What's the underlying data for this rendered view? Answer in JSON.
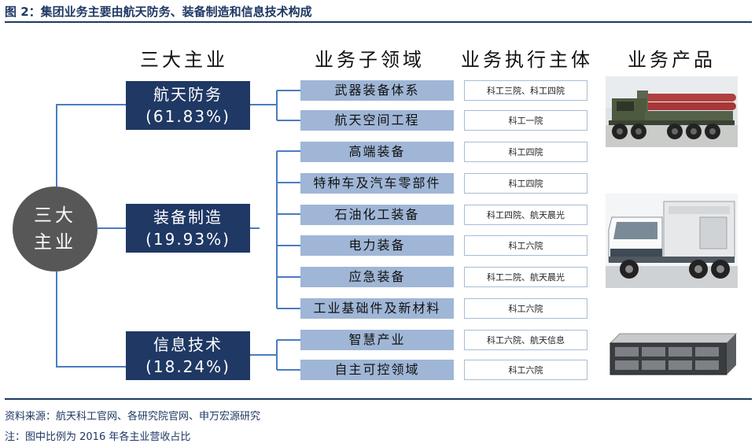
{
  "title": "图 2：集团业务主要由航天防务、装备制造和信息技术构成",
  "headers": {
    "main": "三大主业",
    "sub": "业务子领域",
    "exe": "业务执行主体",
    "products": "业务产品"
  },
  "center": {
    "line1": "三大",
    "line2": "主业"
  },
  "mains": [
    {
      "name": "航天防务",
      "pct": "(61.83%)"
    },
    {
      "name": "装备制造",
      "pct": "(19.93%)"
    },
    {
      "name": "信息技术",
      "pct": "(18.24%)"
    }
  ],
  "subs": [
    {
      "label": "武器装备体系",
      "exe": "科工三院、科工四院"
    },
    {
      "label": "航天空间工程",
      "exe": "科工一院"
    },
    {
      "label": "高端装备",
      "exe": "科工四院"
    },
    {
      "label": "特种车及汽车零部件",
      "exe": "科工四院"
    },
    {
      "label": "石油化工装备",
      "exe": "科工四院、航天晨光"
    },
    {
      "label": "电力装备",
      "exe": "科工六院"
    },
    {
      "label": "应急装备",
      "exe": "科工二院、航天晨光"
    },
    {
      "label": "工业基础件及新材料",
      "exe": "科工六院"
    },
    {
      "label": "智慧产业",
      "exe": "科工六院、航天信息"
    },
    {
      "label": "自主可控领域",
      "exe": "科工六院"
    }
  ],
  "footer": {
    "source": "资料来源：航天科工官网、各研究院官网、申万宏源研究",
    "note": "注：图中比例为 2016 年各主业营收占比"
  },
  "colors": {
    "navy": "#1f3864",
    "light_blue": "#9fb6d6",
    "circle": "#575757",
    "connector": "#4a7cc0"
  }
}
